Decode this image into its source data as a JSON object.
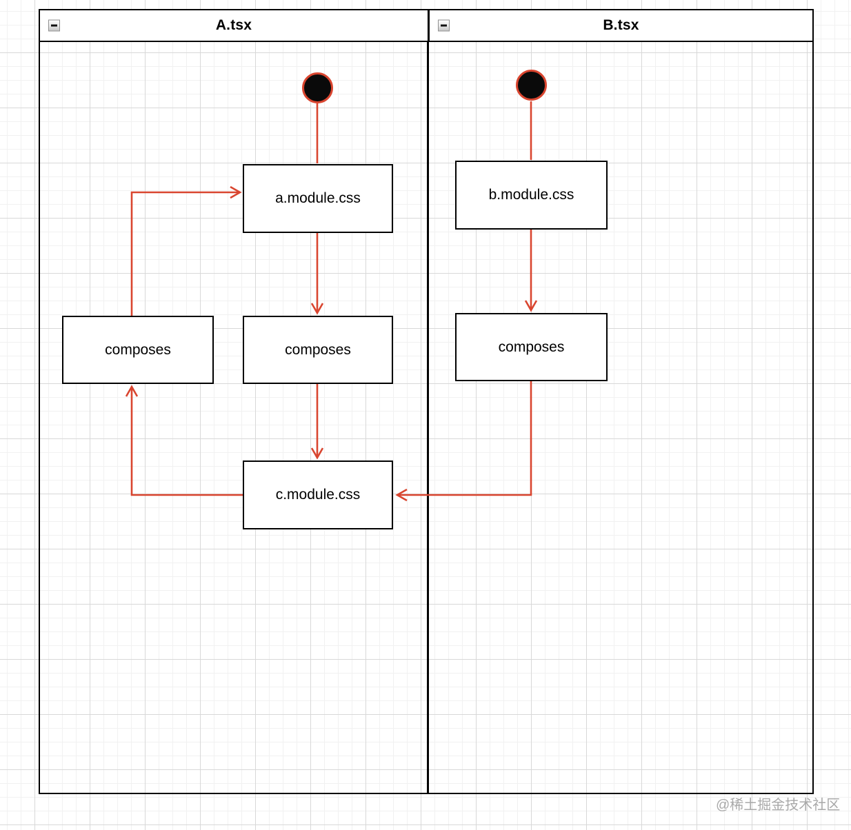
{
  "pool": {
    "lanes": [
      {
        "id": "A",
        "title": "A.tsx"
      },
      {
        "id": "B",
        "title": "B.tsx"
      }
    ]
  },
  "nodes": {
    "start_a": {
      "type": "initial-state"
    },
    "start_b": {
      "type": "initial-state"
    },
    "a_module": {
      "label": "a.module.css"
    },
    "composes_left": {
      "label": "composes"
    },
    "composes_a": {
      "label": "composes"
    },
    "c_module": {
      "label": "c.module.css"
    },
    "b_module": {
      "label": "b.module.css"
    },
    "composes_b": {
      "label": "composes"
    }
  },
  "edges": [
    {
      "from": "start_a",
      "to": "a_module",
      "arrowhead": false
    },
    {
      "from": "a_module",
      "to": "composes_a",
      "arrowhead": true
    },
    {
      "from": "composes_a",
      "to": "c_module",
      "arrowhead": true
    },
    {
      "from": "c_module",
      "to": "composes_left",
      "arrowhead": true
    },
    {
      "from": "composes_left",
      "to": "a_module",
      "arrowhead": true
    },
    {
      "from": "start_b",
      "to": "b_module",
      "arrowhead": false
    },
    {
      "from": "b_module",
      "to": "composes_b",
      "arrowhead": true
    },
    {
      "from": "composes_b",
      "to": "c_module",
      "arrowhead": true
    }
  ],
  "watermark": {
    "text": "@稀土掘金技术社区"
  },
  "colors": {
    "edge": "#d9452f",
    "node_border": "#000000",
    "node_fill": "#ffffff",
    "start_fill": "#0a0a0a",
    "lane_border": "#000000",
    "grid_major": "#d8d8d8",
    "grid_minor": "#f1f1f1",
    "watermark": "#8c8c8c"
  }
}
